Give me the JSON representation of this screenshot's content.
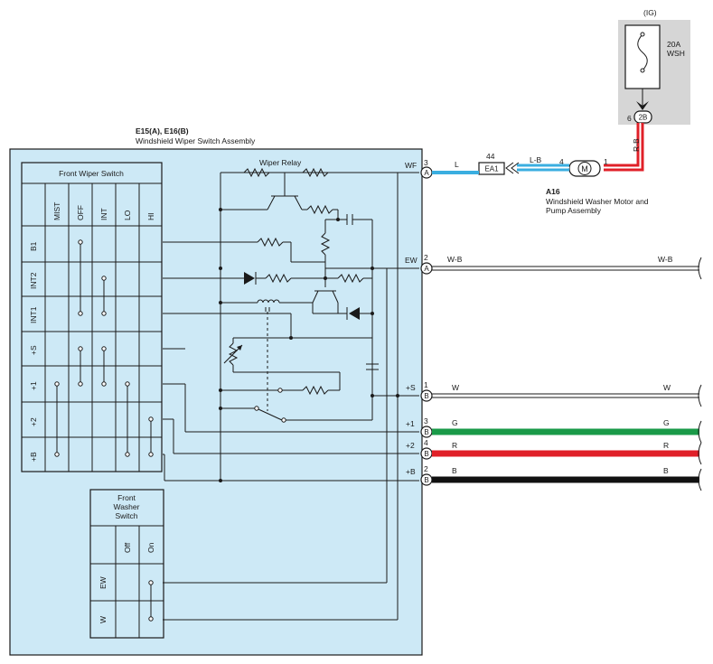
{
  "power": {
    "ig_label": "(IG)",
    "fuse_rating": "20A",
    "fuse_name": "WSH",
    "connector": "2B",
    "pin": "6"
  },
  "assembly": {
    "connector_ids": "E15(A), E16(B)",
    "name": "Windshield Wiper Switch Assembly"
  },
  "wiper_switch": {
    "title": "Front Wiper Switch",
    "positions": [
      "MIST",
      "OFF",
      "INT",
      "LO",
      "HI"
    ],
    "terminals": [
      "B1",
      "INT2",
      "INT1",
      "+S",
      "+1",
      "+2",
      "+B"
    ]
  },
  "washer_switch": {
    "title_lines": [
      "Front",
      "Washer",
      "Switch"
    ],
    "positions": [
      "Off",
      "On"
    ],
    "terminals": [
      "EW",
      "W"
    ]
  },
  "relay": {
    "title": "Wiper Relay"
  },
  "motor": {
    "id": "A16",
    "name_lines": [
      "Windshield Washer Motor and",
      "Pump Assembly"
    ],
    "symbol": "M",
    "pin_left": "4",
    "pin_right": "1"
  },
  "junction": {
    "label": "EA1",
    "number": "44"
  },
  "terminals": [
    {
      "name": "WF",
      "pin": "3",
      "conn": "A",
      "color": "L",
      "color_end": ""
    },
    {
      "name": "EW",
      "pin": "2",
      "conn": "A",
      "color": "W-B",
      "color_end": "W-B"
    },
    {
      "name": "+S",
      "pin": "1",
      "conn": "B",
      "color": "W",
      "color_end": "W"
    },
    {
      "name": "+1",
      "pin": "3",
      "conn": "B",
      "color": "G",
      "color_end": "G"
    },
    {
      "name": "+2",
      "pin": "4",
      "conn": "B",
      "color": "R",
      "color_end": "R"
    },
    {
      "name": "+B",
      "pin": "2",
      "conn": "B",
      "color": "B",
      "color_end": "B"
    }
  ],
  "wire_labels": {
    "motor_feed": "R-B",
    "washer_link": "L-B"
  },
  "colors": {
    "panel": "#cde9f6",
    "gray_box": "#d6d6d6",
    "L": "#3aaee0",
    "G": "#1a9a48",
    "R": "#e02028",
    "B": "#111111",
    "W": "#ffffff",
    "WB": "#ffffff"
  }
}
